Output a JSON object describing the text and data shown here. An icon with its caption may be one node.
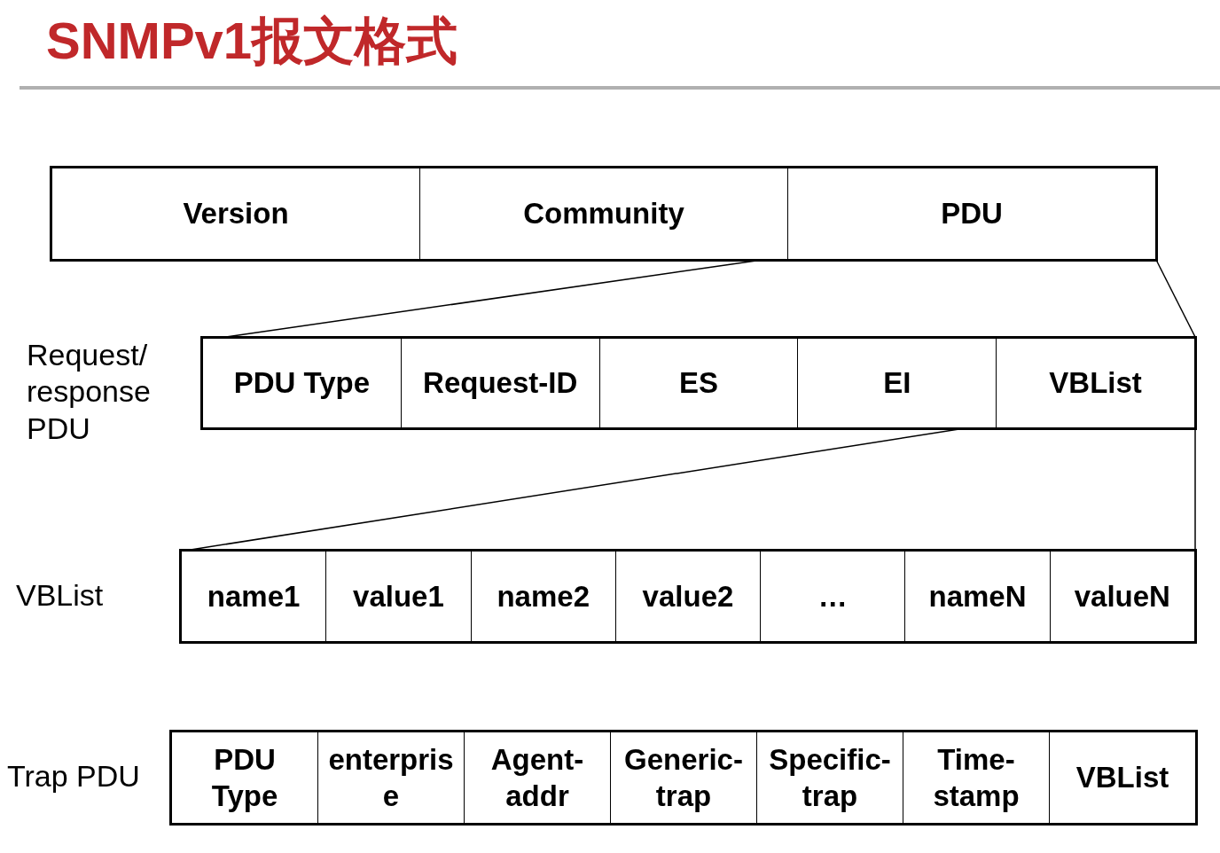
{
  "diagram": {
    "title": "SNMPv1报文格式",
    "nodes": [
      {
        "text": [
          "Version"
        ]
      },
      {
        "text": [
          "Community"
        ]
      },
      {
        "text": [
          "PDU"
        ]
      },
      {
        "text": [
          "PDU Type"
        ]
      },
      {
        "text": [
          "Request-ID"
        ]
      },
      {
        "text": [
          "ES"
        ]
      },
      {
        "text": [
          "EI"
        ]
      },
      {
        "text": [
          "VBList"
        ]
      },
      {
        "text": [
          "name1"
        ]
      },
      {
        "text": [
          "value1"
        ]
      },
      {
        "text": [
          "name2"
        ]
      },
      {
        "text": [
          "value2"
        ]
      },
      {
        "text": [
          "…"
        ]
      },
      {
        "text": [
          "nameN"
        ]
      },
      {
        "text": [
          "valueN"
        ]
      },
      {
        "text": [
          "PDU Type"
        ]
      },
      {
        "text": [
          "enterprise"
        ]
      },
      {
        "text": [
          "Agent-addr"
        ]
      },
      {
        "text": [
          "Generic-trap"
        ]
      },
      {
        "text": [
          "Specific-trap"
        ]
      },
      {
        "text": [
          "Time-stamp"
        ]
      },
      {
        "text": [
          "VBList"
        ]
      }
    ],
    "labels": [
      "Request/ response PDU",
      "VBList",
      "Trap PDU"
    ]
  }
}
